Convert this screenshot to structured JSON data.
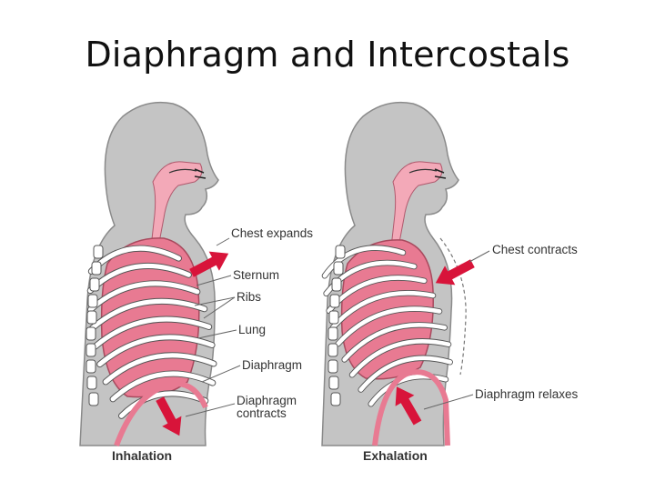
{
  "title": "Diaphragm and Intercostals",
  "left_panel": {
    "caption": "Inhalation",
    "labels": {
      "chest_expands": "Chest expands",
      "sternum": "Sternum",
      "ribs": "Ribs",
      "lung": "Lung",
      "diaphragm": "Diaphragm",
      "diaphragm_contracts_line1": "Diaphragm",
      "diaphragm_contracts_line2": "contracts"
    }
  },
  "right_panel": {
    "caption": "Exhalation",
    "labels": {
      "chest_contracts": "Chest contracts",
      "diaphragm_relaxes": "Diaphragm relaxes"
    }
  },
  "colors": {
    "body_fill": "#c4c4c4",
    "body_outline": "#8a8a8a",
    "lung_pink": "#e87a92",
    "airway_pink": "#f3a9b8",
    "arrow_red": "#d8143a",
    "rib_white": "#ffffff",
    "label_text": "#333333"
  }
}
